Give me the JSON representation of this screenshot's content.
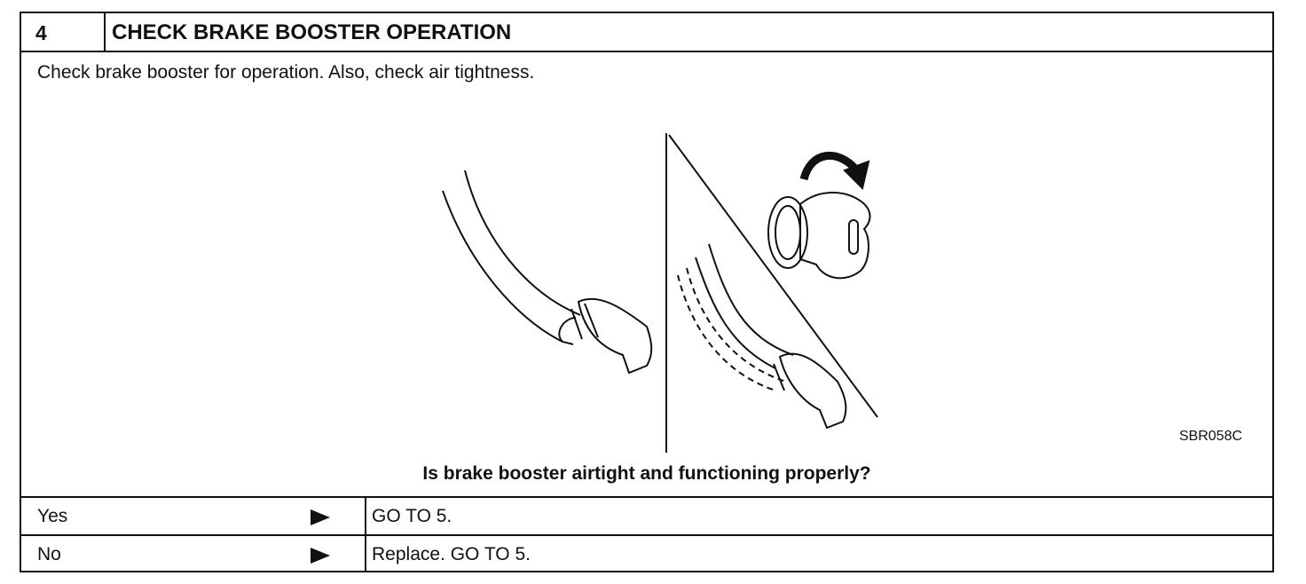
{
  "step": {
    "number": "4",
    "title": "CHECK BRAKE BOOSTER OPERATION",
    "instruction": "Check brake booster for operation.  Also, check air tightness.",
    "figure_code": "SBR058C",
    "question": "Is brake booster airtight and functioning properly?"
  },
  "answers": [
    {
      "label": "Yes",
      "arrow_icon": "triangle-right-icon",
      "action": "GO TO 5."
    },
    {
      "label": "No",
      "arrow_icon": "triangle-right-icon",
      "action": "Replace. GO TO 5."
    }
  ]
}
